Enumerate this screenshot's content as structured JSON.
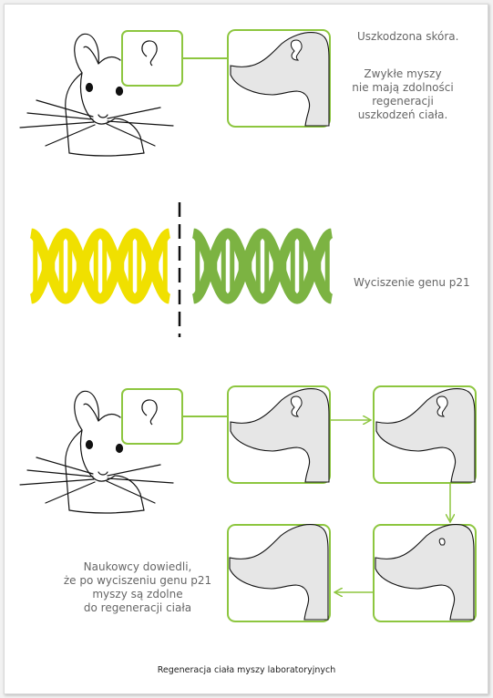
{
  "text": {
    "damaged_skin": "Uszkodzona skóra.",
    "normal_mice": [
      "Zwykłe myszy",
      "nie mają zdolności",
      "regeneracji",
      "uszkodzeń ciała."
    ],
    "gene_silencing": "Wyciszenie genu p21",
    "conclusion": [
      "Naukowcy dowiedli,",
      "że po wyciszeniu genu p21",
      "myszy są zdolne",
      "do regeneracji  ciała"
    ],
    "caption": "Regeneracja ciała myszy laboratoryjnych"
  },
  "colors": {
    "frame_green": "#8dc63f",
    "dna_yellow": "#f0e000",
    "dna_green": "#7cb342",
    "skin_fill": "#e6e6e6",
    "text_gray": "#666666"
  },
  "icons": [
    "mouse-head-icon",
    "ear-icon",
    "dna-helix-icon",
    "arrow-icon"
  ]
}
